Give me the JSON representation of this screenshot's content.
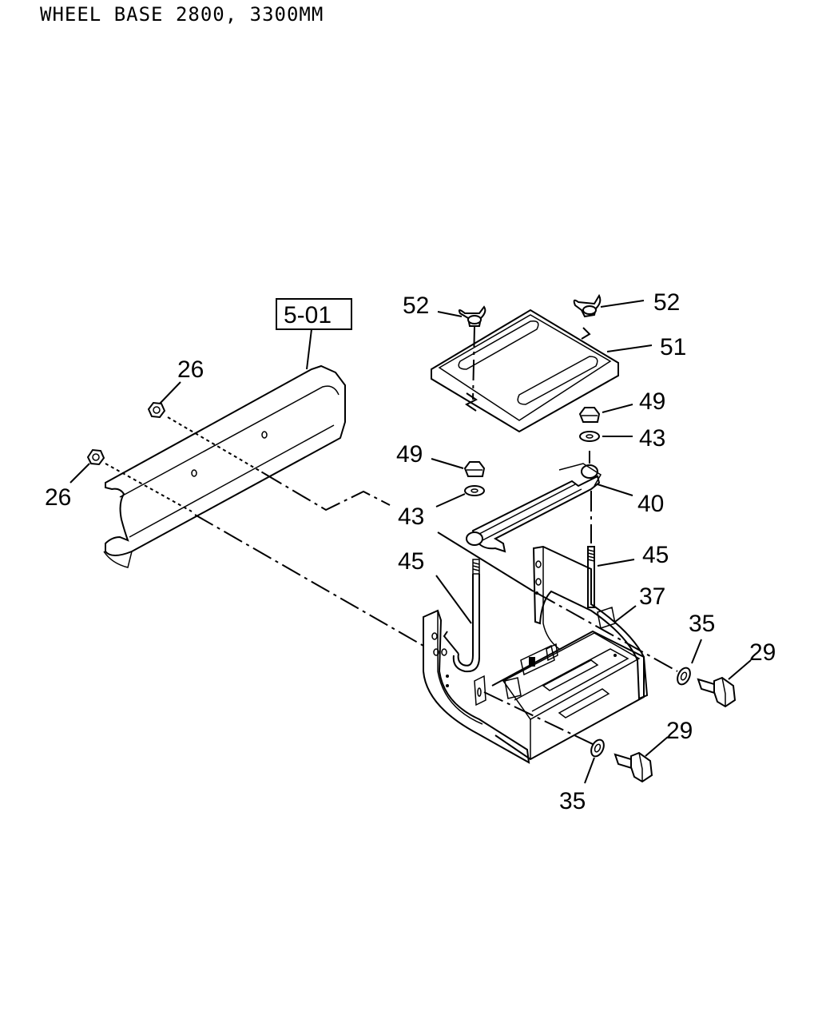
{
  "header": {
    "title": "WHEEL BASE 2800, 3300MM"
  },
  "reference_box": "5-01",
  "callouts": {
    "c26a": "26",
    "c26b": "26",
    "c52a": "52",
    "c52b": "52",
    "c51": "51",
    "c49a": "49",
    "c43a": "43",
    "c49b": "49",
    "c43b": "43",
    "c40": "40",
    "c45a": "45",
    "c45b": "45",
    "c37": "37",
    "c35a": "35",
    "c35b": "35",
    "c29a": "29",
    "c29b": "29"
  }
}
